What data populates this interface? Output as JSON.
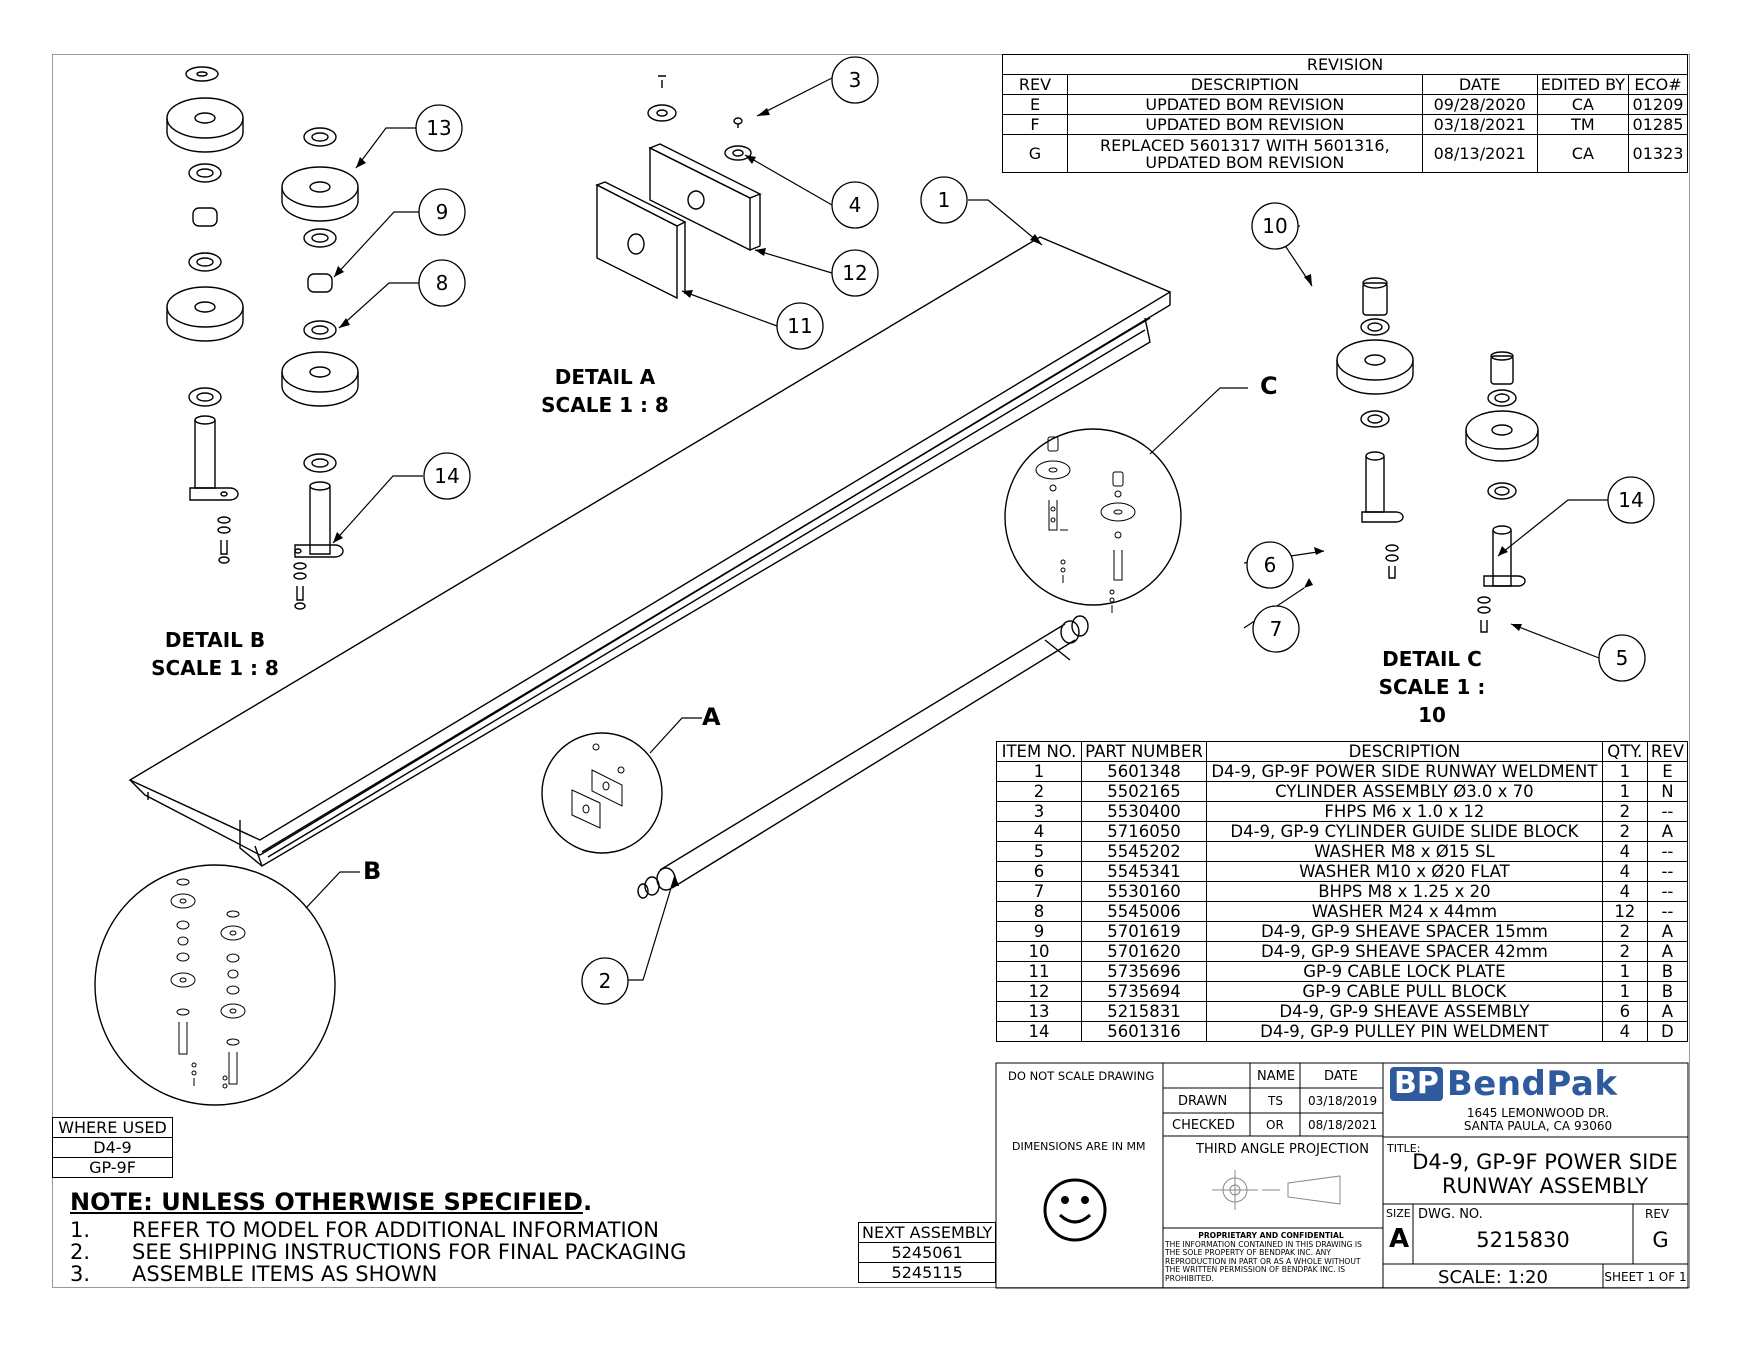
{
  "revision_table": {
    "title": "REVISION",
    "headers": [
      "REV",
      "DESCRIPTION",
      "DATE",
      "EDITED BY",
      "ECO#"
    ],
    "rows": [
      {
        "rev": "E",
        "description": "UPDATED BOM REVISION",
        "date": "09/28/2020",
        "edited_by": "CA",
        "eco": "01209"
      },
      {
        "rev": "F",
        "description": "UPDATED BOM REVISION",
        "date": "03/18/2021",
        "edited_by": "TM",
        "eco": "01285"
      },
      {
        "rev": "G",
        "description_line1": "REPLACED 5601317 WITH 5601316,",
        "description_line2": "UPDATED BOM REVISION",
        "date": "08/13/2021",
        "edited_by": "CA",
        "eco": "01323"
      }
    ]
  },
  "details": {
    "a": {
      "letter": "A",
      "title": "DETAIL A",
      "scale": "SCALE 1 : 8"
    },
    "b": {
      "letter": "B",
      "title": "DETAIL B",
      "scale": "SCALE 1 : 8"
    },
    "c": {
      "letter": "C",
      "title": "DETAIL C",
      "scale": "SCALE 1 : 10"
    }
  },
  "balloons": [
    "1",
    "2",
    "3",
    "4",
    "5",
    "6",
    "7",
    "8",
    "9",
    "10",
    "11",
    "12",
    "13",
    "14"
  ],
  "bom": {
    "headers": [
      "ITEM NO.",
      "PART NUMBER",
      "DESCRIPTION",
      "QTY.",
      "REV"
    ],
    "rows": [
      {
        "item": "1",
        "part": "5601348",
        "description": "D4-9, GP-9F POWER SIDE RUNWAY WELDMENT",
        "qty": "1",
        "rev": "E"
      },
      {
        "item": "2",
        "part": "5502165",
        "description": "CYLINDER ASSEMBLY Ø3.0 x 70",
        "qty": "1",
        "rev": "N"
      },
      {
        "item": "3",
        "part": "5530400",
        "description": "FHPS M6 x 1.0 x 12",
        "qty": "2",
        "rev": "--"
      },
      {
        "item": "4",
        "part": "5716050",
        "description": "D4-9, GP-9 CYLINDER GUIDE SLIDE BLOCK",
        "qty": "2",
        "rev": "A"
      },
      {
        "item": "5",
        "part": "5545202",
        "description": "WASHER M8 x Ø15 SL",
        "qty": "4",
        "rev": "--"
      },
      {
        "item": "6",
        "part": "5545341",
        "description": "WASHER M10 x Ø20 FLAT",
        "qty": "4",
        "rev": "--"
      },
      {
        "item": "7",
        "part": "5530160",
        "description": "BHPS M8 x 1.25 x 20",
        "qty": "4",
        "rev": "--"
      },
      {
        "item": "8",
        "part": "5545006",
        "description": "WASHER M24 x 44mm",
        "qty": "12",
        "rev": "--"
      },
      {
        "item": "9",
        "part": "5701619",
        "description": "D4-9, GP-9 SHEAVE SPACER 15mm",
        "qty": "2",
        "rev": "A"
      },
      {
        "item": "10",
        "part": "5701620",
        "description": "D4-9, GP-9 SHEAVE SPACER 42mm",
        "qty": "2",
        "rev": "A"
      },
      {
        "item": "11",
        "part": "5735696",
        "description": "GP-9 CABLE LOCK PLATE",
        "qty": "1",
        "rev": "B"
      },
      {
        "item": "12",
        "part": "5735694",
        "description": "GP-9 CABLE PULL BLOCK",
        "qty": "1",
        "rev": "B"
      },
      {
        "item": "13",
        "part": "5215831",
        "description": "D4-9, GP-9 SHEAVE ASSEMBLY",
        "qty": "6",
        "rev": "A"
      },
      {
        "item": "14",
        "part": "5601316",
        "description": "D4-9, GP-9 PULLEY PIN WELDMENT",
        "qty": "4",
        "rev": "D"
      }
    ]
  },
  "where_used": {
    "title": "WHERE USED",
    "items": [
      "D4-9",
      "GP-9F"
    ]
  },
  "next_assembly": {
    "title": "NEXT ASSEMBLY",
    "items": [
      "5245061",
      "5245115"
    ]
  },
  "notes": {
    "title": "NOTE: UNLESS OTHERWISE SPECIFIED",
    "period": ".",
    "items": [
      {
        "num": "1.",
        "text": "REFER TO MODEL FOR ADDITIONAL INFORMATION"
      },
      {
        "num": "2.",
        "text": "SEE SHIPPING INSTRUCTIONS FOR FINAL PACKAGING"
      },
      {
        "num": "3.",
        "text": "ASSEMBLE ITEMS AS SHOWN"
      }
    ]
  },
  "title_block": {
    "do_not_scale": "DO NOT SCALE DRAWING",
    "name_header": "NAME",
    "date_header": "DATE",
    "drawn_label": "DRAWN",
    "drawn_name": "TS",
    "drawn_date": "03/18/2019",
    "checked_label": "CHECKED",
    "checked_name": "OR",
    "checked_date": "08/18/2021",
    "dimensions": "DIMENSIONS ARE IN MM",
    "projection": "THIRD ANGLE PROJECTION",
    "proprietary_title": "PROPRIETARY AND CONFIDENTIAL",
    "proprietary_lines": [
      "THE INFORMATION CONTAINED IN THIS DRAWING IS",
      "THE SOLE PROPERTY OF BENDPAK INC. ANY",
      "REPRODUCTION IN PART OR AS A WHOLE WITHOUT",
      "THE WRITTEN PERMISSION OF BENDPAK INC. IS",
      "PROHIBITED."
    ],
    "logo_bp": "BP",
    "logo_name": "BendPak",
    "address_line1": "1645 LEMONWOOD DR.",
    "address_line2": "SANTA PAULA, CA 93060",
    "title_label": "TITLE:",
    "title_line1": "D4-9, GP-9F POWER SIDE",
    "title_line2": "RUNWAY ASSEMBLY",
    "size_label": "SIZE",
    "size_value": "A",
    "dwg_label": "DWG.  NO.",
    "dwg_value": "5215830",
    "rev_label": "REV",
    "rev_value": "G",
    "scale": "SCALE: 1:20",
    "sheet": "SHEET 1 OF 1"
  },
  "colors": {
    "line": "#000000",
    "logo_blue": "#2f5a9e"
  }
}
